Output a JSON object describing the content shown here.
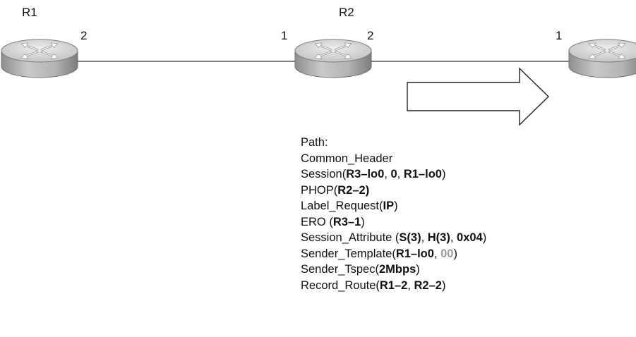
{
  "diagram": {
    "routers": [
      {
        "name": "R1",
        "port_right": "2"
      },
      {
        "name": "R2",
        "port_left": "1",
        "port_right": "2"
      },
      {
        "name": "",
        "port_left": "1"
      }
    ],
    "path_message": {
      "title": "Path:",
      "lines": [
        [
          {
            "t": "Common_Header"
          }
        ],
        [
          {
            "t": "Session("
          },
          {
            "t": "R3–lo0",
            "b": true
          },
          {
            "t": ", "
          },
          {
            "t": "0",
            "b": true
          },
          {
            "t": ", "
          },
          {
            "t": "R1–lo0",
            "b": true
          },
          {
            "t": ")"
          }
        ],
        [
          {
            "t": "PHOP("
          },
          {
            "t": "R2–2)",
            "b": true
          }
        ],
        [
          {
            "t": "Label_Request("
          },
          {
            "t": "IP",
            "b": true
          },
          {
            "t": ")"
          }
        ],
        [
          {
            "t": "ERO ("
          },
          {
            "t": "R3–1",
            "b": true
          },
          {
            "t": ")"
          }
        ],
        [
          {
            "t": "Session_Attribute ("
          },
          {
            "t": "S(3)",
            "b": true
          },
          {
            "t": ", "
          },
          {
            "t": "H(3)",
            "b": true
          },
          {
            "t": ", "
          },
          {
            "t": "0x04",
            "b": true
          },
          {
            "t": ")"
          }
        ],
        [
          {
            "t": "Sender_Template("
          },
          {
            "t": "R1–lo0",
            "b": true
          },
          {
            "t": ", "
          },
          {
            "t": "00",
            "b": true,
            "dim": true
          },
          {
            "t": ")"
          }
        ],
        [
          {
            "t": "Sender_Tspec("
          },
          {
            "t": "2Mbps",
            "b": true
          },
          {
            "t": ")"
          }
        ],
        [
          {
            "t": "Record_Route("
          },
          {
            "t": "R1–2",
            "b": true
          },
          {
            "t": ", "
          },
          {
            "t": "R2–2",
            "b": true
          },
          {
            "t": ")"
          }
        ]
      ]
    },
    "colors": {
      "router_top": "#d9d9d9",
      "router_side": "#a8a8a8",
      "link": "#333333",
      "dim_text": "#9a9a9a"
    }
  }
}
